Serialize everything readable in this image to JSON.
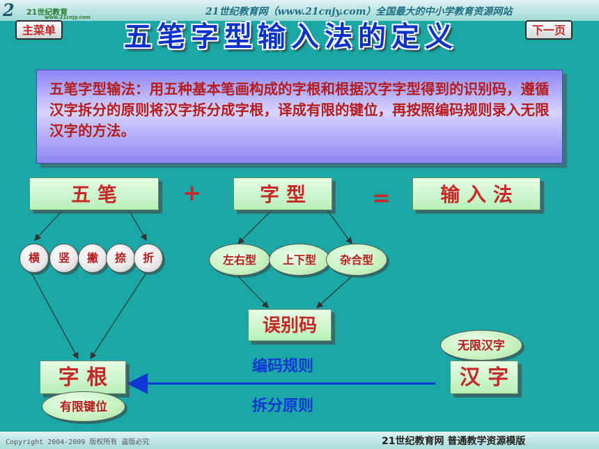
{
  "header": {
    "logo_text": "21世纪教育",
    "logo_url": "www.21cnjy.com",
    "banner": "21世纪教育网（www.21cnjy.com）全国最大的中小学教育资源网站"
  },
  "nav": {
    "main_menu": "主菜单",
    "next_page": "下一页"
  },
  "title": "五笔字型输入法的定义",
  "definition": "五笔字型输法：用五种基本笔画构成的字根和根据汉字字型得到的识别码，遵循汉字拆分的原则将汉字拆分成字根，译成有限的键位，再按照编码规则录入无限汉字的方法。",
  "diagram": {
    "wubi": "五  笔",
    "plus": "+",
    "zixing": "字  型",
    "equals": "=",
    "shurufa": "输 入 法",
    "strokes": [
      "横",
      "竖",
      "撇",
      "捺",
      "折"
    ],
    "types": [
      "左右型",
      "上下型",
      "杂合型"
    ],
    "shibiema": "误别码",
    "zigen": "字  根",
    "youxian": "有限键位",
    "hanzi": "汉  字",
    "wuxian": "无限汉字",
    "rule_encode": "编码规则",
    "rule_split": "拆分原则"
  },
  "footer": {
    "copyright": "Copyright 2004-2009 版权所有 盗版必究",
    "right": "21世纪教育网    普通教学资源模版"
  },
  "colors": {
    "background": "#1aa7a5",
    "title": "#0b32c8",
    "accent_red": "#c62828",
    "arrow_blue": "#1036d6"
  }
}
